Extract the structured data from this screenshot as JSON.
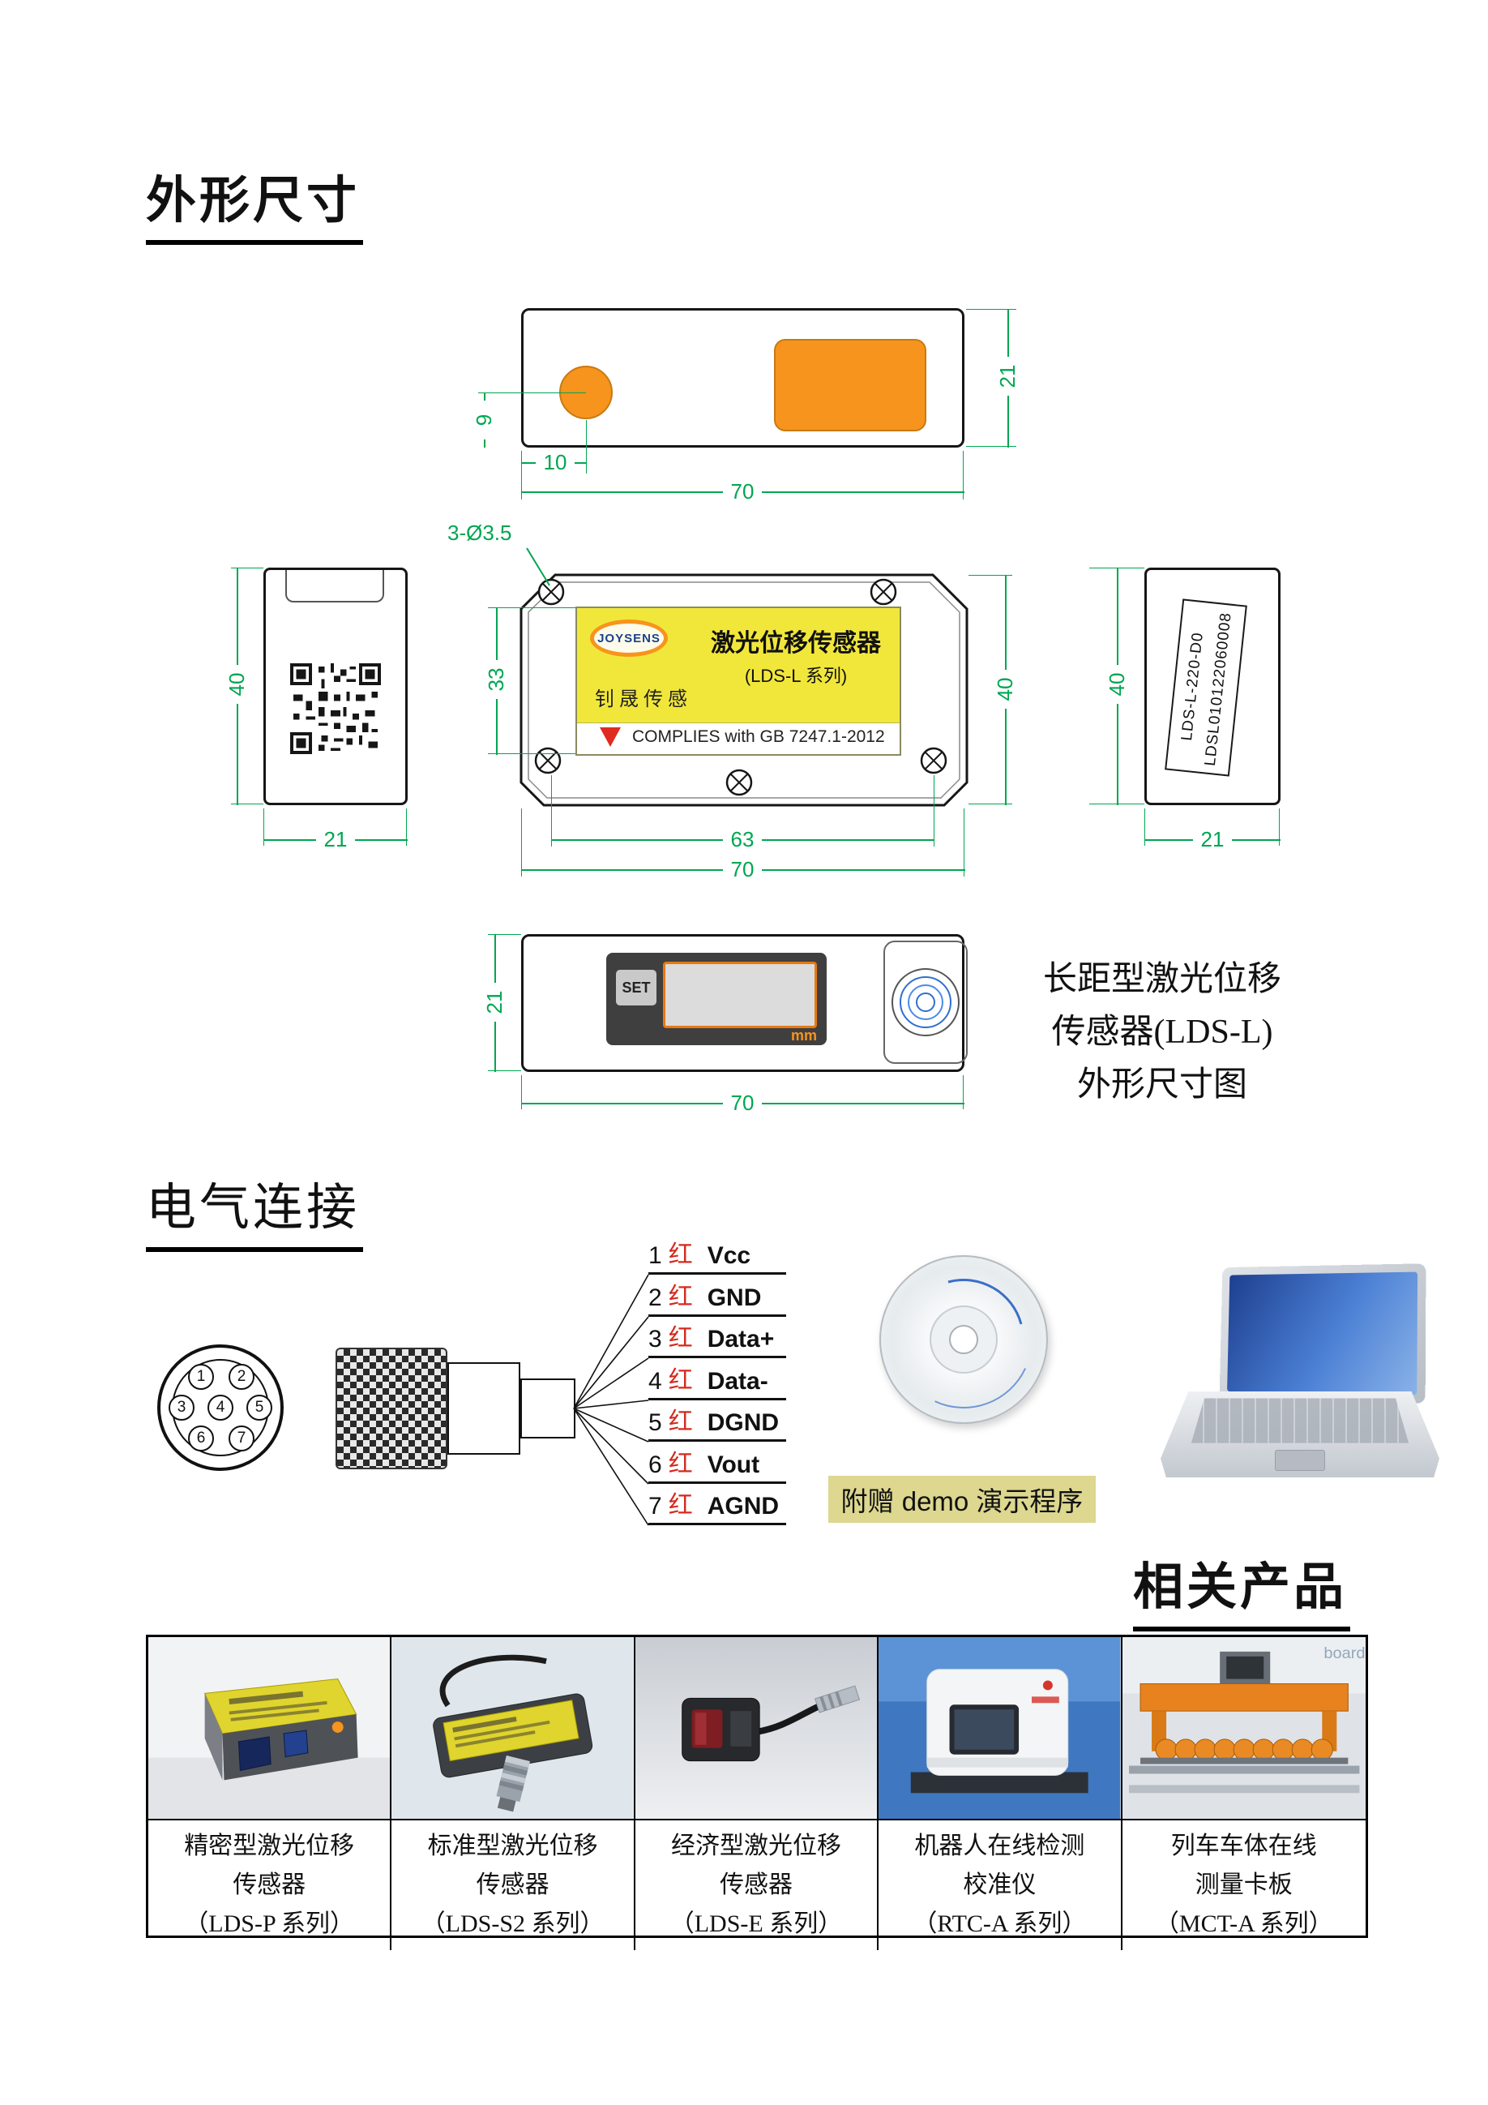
{
  "sections": {
    "dimensions_title": "外形尺寸",
    "wiring_title": "电气连接",
    "related_title": "相关产品"
  },
  "drawing": {
    "hole_callout": "3-Ø3.5",
    "top_view": {
      "dim9": "9",
      "dim10": "10",
      "dim70": "70",
      "dim21": "21"
    },
    "left_view": {
      "dim40": "40",
      "dim21": "21"
    },
    "front_view": {
      "dim33": "33",
      "dim40": "40",
      "dim63": "63",
      "dim70": "70"
    },
    "right_view": {
      "dim40": "40",
      "dim21": "21",
      "sticker_line1": "LDS-L-220-D0",
      "sticker_line2": "LDSL010122060008"
    },
    "bottom_view": {
      "dim21": "21",
      "dim70": "70",
      "set_button": "SET",
      "unit": "mm"
    },
    "label": {
      "brand": "JOYSENS",
      "brand_cn": "钊晟传感",
      "product": "激光位移传感器",
      "series": "(LDS-L 系列)",
      "compliance": "COMPLIES with GB 7247.1-2012"
    },
    "caption": {
      "line1": "长距型激光位移",
      "line2": "传感器(LDS-L)",
      "line3": "外形尺寸图"
    }
  },
  "wiring": {
    "pins": [
      {
        "num": "1",
        "color": "红",
        "signal": "Vcc"
      },
      {
        "num": "2",
        "color": "红",
        "signal": "GND"
      },
      {
        "num": "3",
        "color": "红",
        "signal": "Data+"
      },
      {
        "num": "4",
        "color": "红",
        "signal": "Data-"
      },
      {
        "num": "5",
        "color": "红",
        "signal": "DGND"
      },
      {
        "num": "6",
        "color": "红",
        "signal": "Vout"
      },
      {
        "num": "7",
        "color": "红",
        "signal": "AGND"
      }
    ],
    "demo_note": "附赠 demo 演示程序"
  },
  "products": [
    {
      "line1": "精密型激光位移",
      "line2": "传感器",
      "line3": "（LDS-P 系列）"
    },
    {
      "line1": "标准型激光位移",
      "line2": "传感器",
      "line3": "（LDS-S2 系列）"
    },
    {
      "line1": "经济型激光位移",
      "line2": "传感器",
      "line3": "（LDS-E 系列）"
    },
    {
      "line1": "机器人在线检测",
      "line2": "校准仪",
      "line3": "（RTC-A 系列）"
    },
    {
      "line1": "列车车体在线",
      "line2": "测量卡板",
      "line3": "（MCT-A 系列）",
      "watermark": "board"
    }
  ],
  "colors": {
    "dimension_green": "#00a651",
    "accent_orange": "#f7941d",
    "label_yellow": "#f1e73b",
    "warning_red": "#e02b20",
    "note_highlight": "#ddd78f"
  }
}
